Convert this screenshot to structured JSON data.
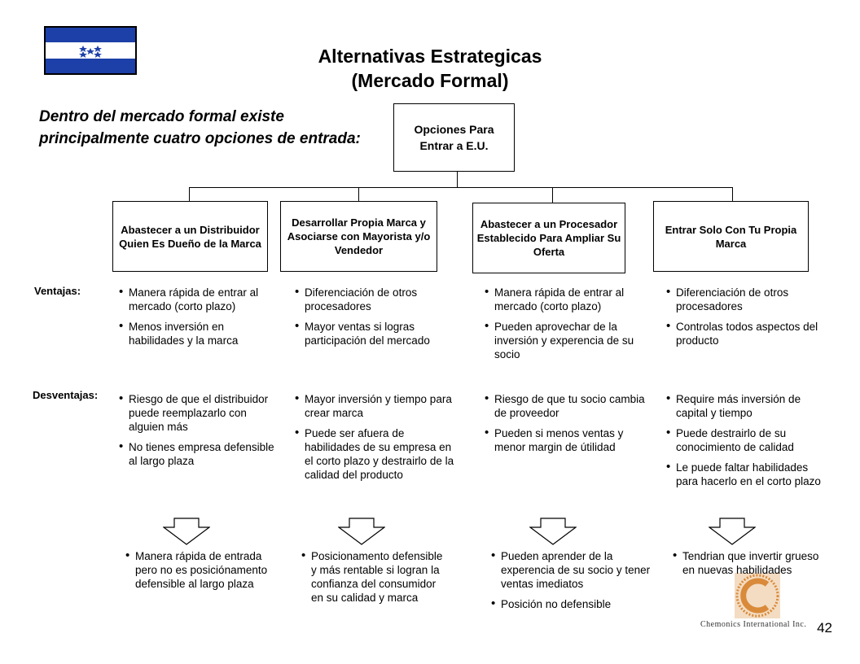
{
  "title": {
    "line1": "Alternativas Estrategicas",
    "line2": "(Mercado Formal)"
  },
  "intro": "Dentro del mercado formal existe principalmente  cuatro opciones de entrada:",
  "root_box": {
    "line1": "Opciones Para",
    "line2": "Entrar a E.U."
  },
  "options": [
    {
      "label": "Abastecer a un Distribuidor Quien Es Dueño de la Marca"
    },
    {
      "label": "Desarrollar Propia Marca y Asociarse con Mayorista y/o Vendedor"
    },
    {
      "label": "Abastecer a un Procesador Establecido Para Ampliar  Su Oferta"
    },
    {
      "label": "Entrar Solo Con Tu Propia Marca"
    }
  ],
  "row_labels": {
    "ventajas": "Ventajas:",
    "desventajas": "Desventajas:"
  },
  "ventajas": [
    [
      "Manera rápida de entrar al mercado (corto plazo)",
      "Menos inversión en habilidades y la marca"
    ],
    [
      "Diferenciación de otros procesadores",
      "Mayor ventas si logras participación del mercado"
    ],
    [
      "Manera rápida de entrar al mercado (corto plazo)",
      "Pueden aprovechar de la inversión y experencia de su socio"
    ],
    [
      "Diferenciación de otros procesadores",
      "Controlas todos aspectos del producto"
    ]
  ],
  "desventajas": [
    [
      "Riesgo de que el distribuidor puede reemplazarlo con alguien más",
      "No tienes empresa defensible al largo plaza"
    ],
    [
      "Mayor inversión y tiempo para crear marca",
      "Puede ser afuera de habilidades de su empresa en el corto plazo y destrairlo de la calidad del producto"
    ],
    [
      "Riesgo de que tu socio cambia de proveedor",
      "Pueden si menos ventas y menor margin de útilidad"
    ],
    [
      "Require más inversión de capital y tiempo",
      "Puede destrairlo de su conocimiento de calidad",
      "Le puede faltar habilidades para hacerlo en el corto plazo"
    ]
  ],
  "conclusiones": [
    [
      "Manera rápida de entrada pero no es posiciónamento defensible al largo plaza"
    ],
    [
      "Posicionamento defensible y más rentable si logran la confianza del consumidor en su calidad y marca"
    ],
    [
      "Pueden aprender de la experencia de su socio y tener ventas imediatos",
      "Posición no defensible"
    ],
    [
      "Tendrian que invertir grueso en nuevas habilidades"
    ]
  ],
  "logo_text": "Chemonics International Inc.",
  "page_number": "42",
  "colors": {
    "flag_blue": "#1c3fa8",
    "logo_orange": "#d98a3a"
  }
}
